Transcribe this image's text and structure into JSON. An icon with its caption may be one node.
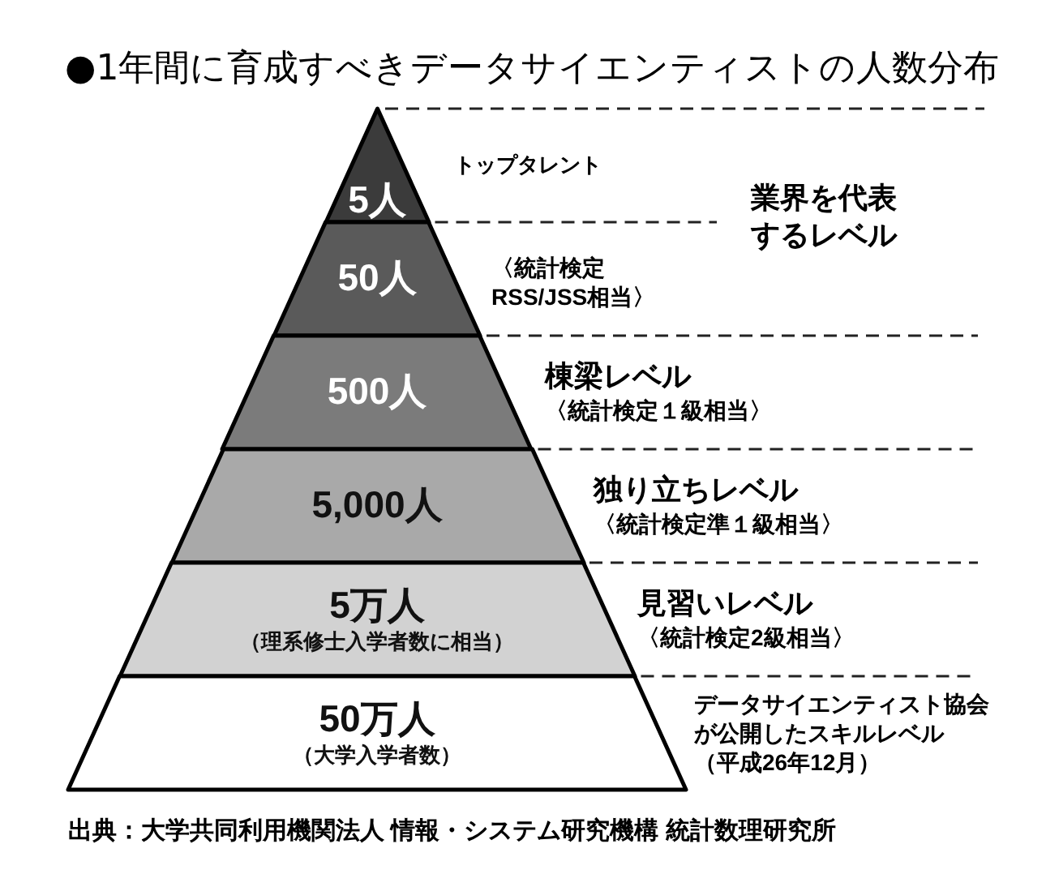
{
  "diagram": {
    "title": "●1年間に育成すべきデータサイエンティストの人数分布",
    "caption": "出典：大学共同利用機関法人 情報・システム研究機構 統計数理研究所",
    "nodes": [
      {
        "text": [
          "5人"
        ],
        "beside": [
          "トップタレント"
        ]
      },
      {
        "text": [
          "50人"
        ],
        "beside": [
          "〈統計検定RSS/JSS相当〉"
        ]
      },
      {
        "text": [
          "500人"
        ],
        "beside": [
          "棟梁レベル",
          "〈統計検定１級相当〉"
        ]
      },
      {
        "text": [
          "5,000人"
        ],
        "beside": [
          "独り立ちレベル",
          "〈統計検定準１級相当〉"
        ]
      },
      {
        "text": [
          "5万人",
          "（理系修士入学者数に相当）"
        ],
        "beside": [
          "見習いレベル",
          "〈統計検定2級相当〉"
        ]
      },
      {
        "text": [
          "50万人",
          "（大学入学者数）"
        ]
      }
    ],
    "labels": [
      "業界を代表するレベル",
      "データサイエンティスト協会が公開したスキルレベル",
      "（平成26年12月）"
    ]
  }
}
